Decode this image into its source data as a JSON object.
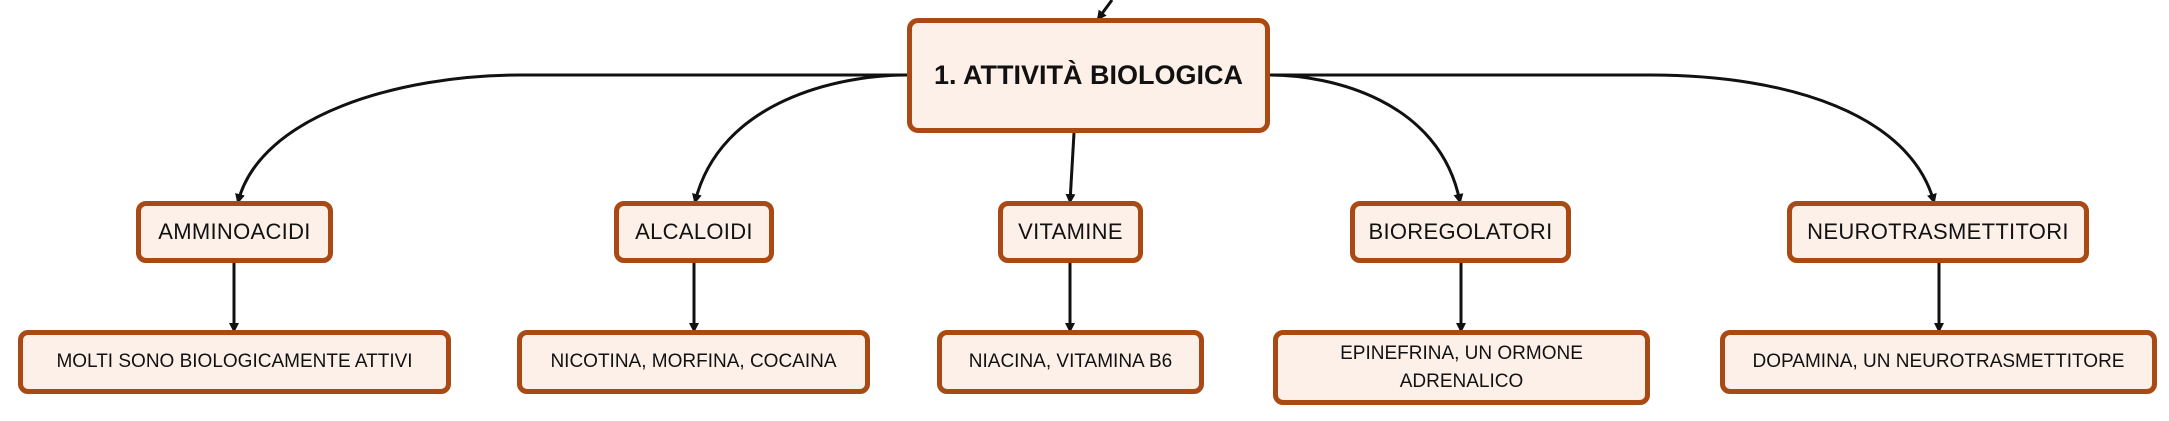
{
  "diagram": {
    "type": "concept-map",
    "root": {
      "label": "1. ATTIVITÀ BIOLOGICA"
    },
    "branches": [
      {
        "label": "AMMINOACIDI",
        "detail": "MOLTI SONO BIOLOGICAMENTE ATTIVI"
      },
      {
        "label": "ALCALOIDI",
        "detail": "NICOTINA, MORFINA, COCAINA"
      },
      {
        "label": "VITAMINE",
        "detail": "NIACINA, VITAMINA B6"
      },
      {
        "label": "BIOREGOLATORI",
        "detail": "EPINEFRINA, UN ORMONE ADRENALICO"
      },
      {
        "label": "NEUROTRASMETTITORI",
        "detail": "DOPAMINA, UN NEUROTRASMETTITORE"
      }
    ],
    "colors": {
      "node_fill": "#fdf0e8",
      "node_border": "#a94a15",
      "edge": "#111111"
    }
  }
}
